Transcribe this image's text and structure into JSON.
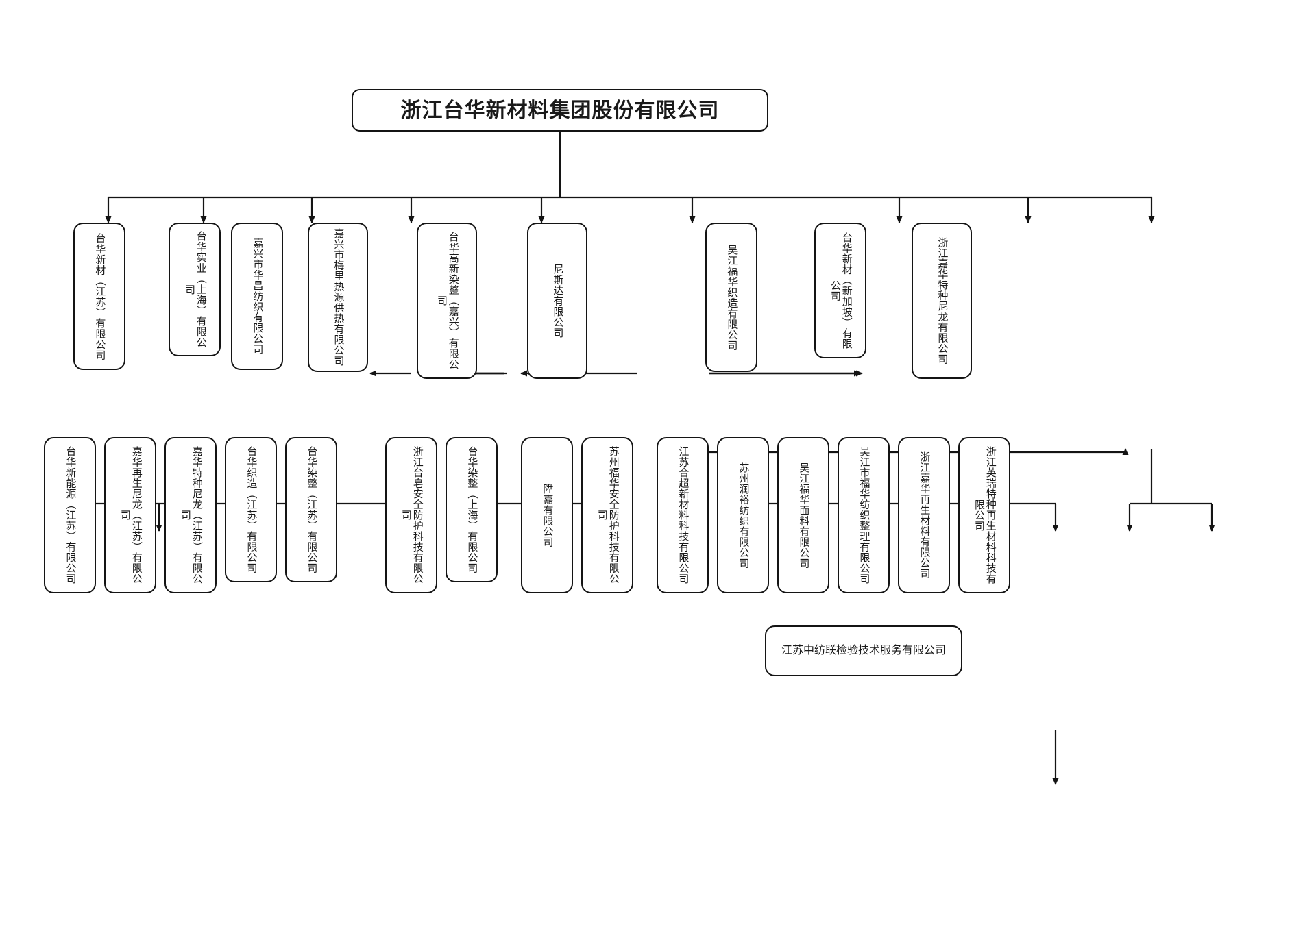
{
  "diagram": {
    "title": "浙江台华新材料集团股份有限公司",
    "type": "organization-chart",
    "orientation": "top-down",
    "line_color": "#141414",
    "box_border_color": "#141414",
    "background_color": "#ffffff"
  },
  "root": {
    "label": "浙江台华新材料集团股份有限公司"
  },
  "level2": [
    {
      "label": "台华新材（江苏）有限公司"
    },
    {
      "label": "台华实业（上海）有限公司"
    },
    {
      "label": "嘉兴市华昌纺织有限公司"
    },
    {
      "label": "嘉兴市梅里热源供热有限公司"
    },
    {
      "label": "台华高新染整（嘉兴）有限公司"
    },
    {
      "label": "尼斯达有限公司"
    },
    {
      "label": "吴江福华织造有限公司"
    },
    {
      "label": "台华新材（新加坡）有限公司"
    },
    {
      "label": "浙江嘉华特种尼龙有限公司"
    }
  ],
  "level3": [
    {
      "label": "台华新能源（江苏）有限公司"
    },
    {
      "label": "嘉华再生尼龙（江苏）有限公司"
    },
    {
      "label": "嘉华特种尼龙（江苏）有限公司"
    },
    {
      "label": "台华织造（江苏）有限公司"
    },
    {
      "label": "台华染整（江苏）有限公司"
    },
    {
      "label": "浙江台皂安全防护科技有限公司"
    },
    {
      "label": "台华染整（上海）有限公司"
    },
    {
      "label": "陞嘉有限公司"
    },
    {
      "label": "苏州福华安全防护科技有限公司"
    },
    {
      "label": "江苏合超新材料科技有限公司"
    },
    {
      "label": "苏州润裕纺织有限公司"
    },
    {
      "label": "吴江福华面料有限公司"
    },
    {
      "label": "吴江市福华纺织整理有限公司"
    },
    {
      "label": "浙江嘉华再生材料有限公司"
    },
    {
      "label": "浙江英瑞特种再生材料科技有限公司"
    }
  ],
  "level4": [
    {
      "label": "江苏中纺联检验技术服务有限公司"
    }
  ]
}
